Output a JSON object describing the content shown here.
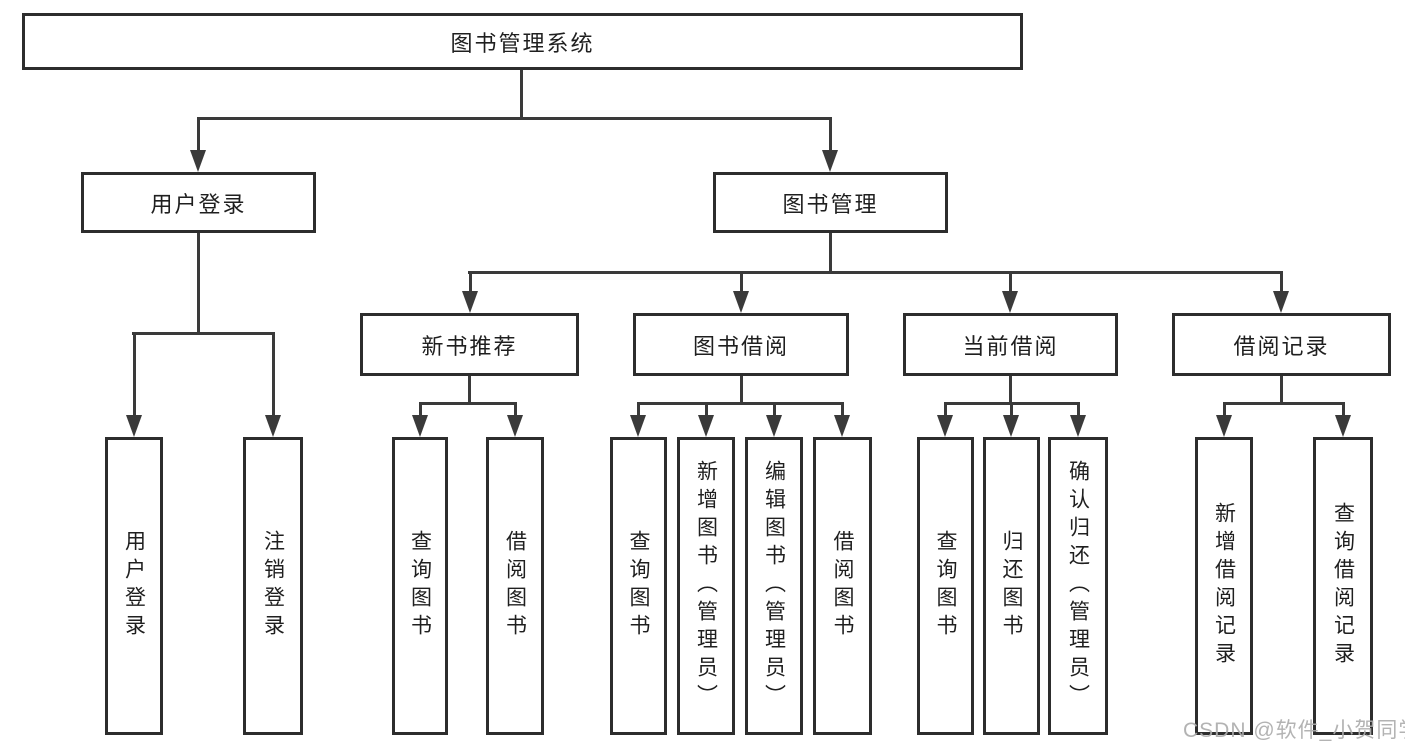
{
  "diagram_type": "hierarchy-tree",
  "tree": {
    "label": "图书管理系统",
    "children": [
      {
        "label": "用户登录",
        "children": [
          {
            "label": "用户登录"
          },
          {
            "label": "注销登录"
          }
        ]
      },
      {
        "label": "图书管理",
        "children": [
          {
            "label": "新书推荐",
            "children": [
              {
                "label": "查询图书"
              },
              {
                "label": "借阅图书"
              }
            ]
          },
          {
            "label": "图书借阅",
            "children": [
              {
                "label": "查询图书"
              },
              {
                "label": "新增图书（管理员）"
              },
              {
                "label": "编辑图书（管理员）"
              },
              {
                "label": "借阅图书"
              }
            ]
          },
          {
            "label": "当前借阅",
            "children": [
              {
                "label": "查询图书"
              },
              {
                "label": "归还图书"
              },
              {
                "label": "确认归还（管理员）"
              }
            ]
          },
          {
            "label": "借阅记录",
            "children": [
              {
                "label": "新增借阅记录"
              },
              {
                "label": "查询借阅记录"
              }
            ]
          }
        ]
      }
    ]
  },
  "watermark": {
    "text": "CSDN @软件_小贺同学"
  },
  "colors": {
    "background": "#ffffff",
    "box_border": "#2d2d2d",
    "line": "#3a3a3a",
    "text": "#1f1f1f",
    "watermark": "#acacac"
  }
}
